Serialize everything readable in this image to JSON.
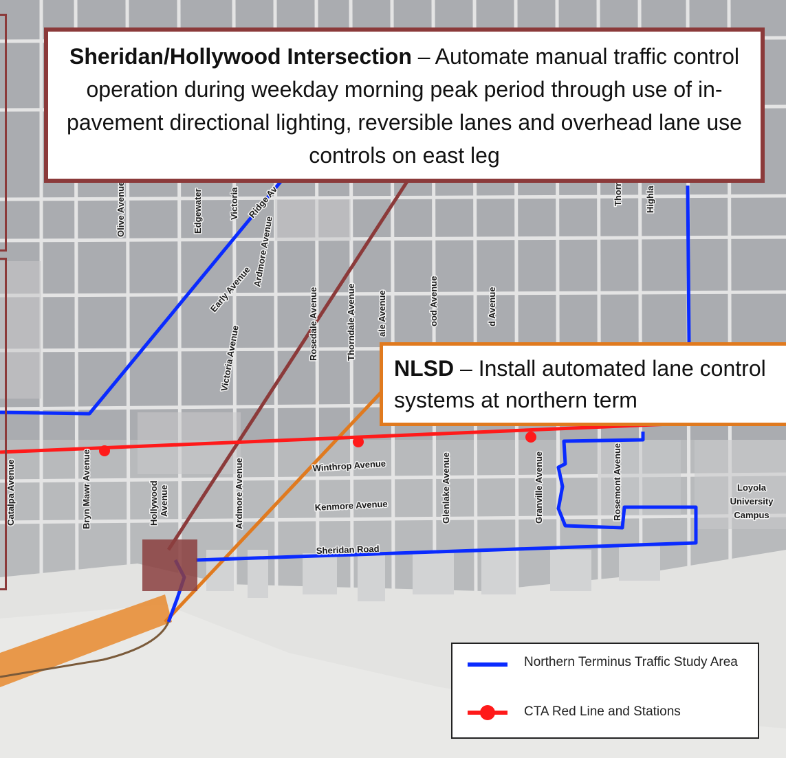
{
  "callouts": {
    "sheridan": {
      "title": "Sheridan/Hollywood Intersection",
      "text": " – Automate manual traffic control operation during weekday morning peak period through use of in-pavement directional lighting, reversible lanes and overhead lane use controls on east leg",
      "border_color": "#8b3a3a"
    },
    "nlsd": {
      "title": "NLSD",
      "text": " – Install automated lane control systems at northern term",
      "border_color": "#e07a1f"
    }
  },
  "legend": {
    "items": [
      {
        "label": "Northern Terminus Traffic Study Area",
        "color": "#0a2bff",
        "type": "line"
      },
      {
        "label": "CTA Red Line and Stations",
        "color": "#ff1a1a",
        "type": "line-dot"
      }
    ]
  },
  "streets": {
    "olive": "Olive Avenue",
    "edgewater": "Edgewater",
    "victoria_top": "Victoria",
    "ridge": "Ridge Av",
    "ardmore_upper": "Ardmore Avenue",
    "early": "Early Avenue",
    "victoria": "Victoria Avenue",
    "rosedale": "Rosedale Avenue",
    "thorndale": "Thorndale Avenue",
    "ale": "ale Avenue",
    "ood": "ood Avenue",
    "d_avenue": "d Avenue",
    "thorn_right": "Thorn",
    "highland": "Highla",
    "catalpa": "Catalpa Avenue",
    "bryn_mawr": "Bryn Mawr Avenue",
    "hollywood_1": "Hollywood",
    "hollywood_2": "Avenue",
    "ardmore_lower": "Ardmore Avenue",
    "winthrop": "Winthrop Avenue",
    "kenmore": "Kenmore Avenue",
    "glenlake": "Glenlake Avenue",
    "granville": "Granville Avenue",
    "rosemont": "Rosemont Avenue",
    "sheridan_road": "Sheridan Road",
    "loyola_1": "Loyola",
    "loyola_2": "University",
    "loyola_3": "Campus"
  },
  "colors": {
    "study_area": "#0a2bff",
    "red_line": "#ff1a1a",
    "intersection_marker": "#8b4040",
    "nlsd_marker": "#e88a2e"
  }
}
